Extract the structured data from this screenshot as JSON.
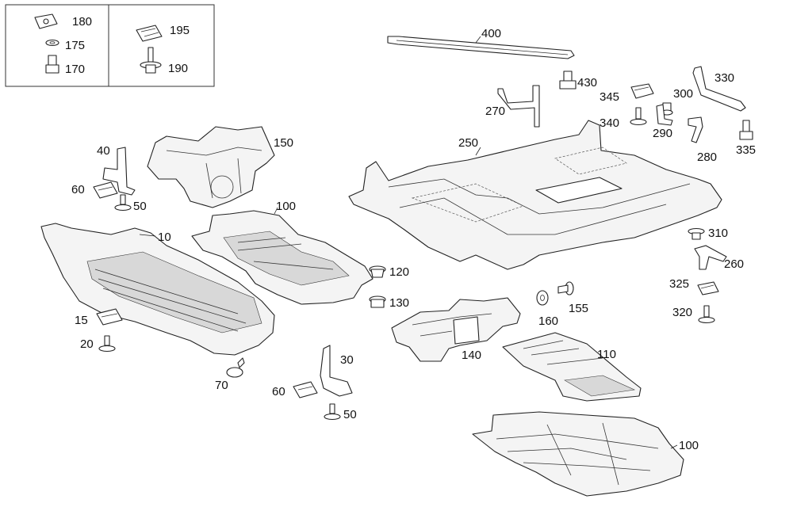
{
  "callouts": {
    "c180": "180",
    "c175": "175",
    "c170": "170",
    "c195": "195",
    "c190": "190",
    "c400": "400",
    "c430": "430",
    "c330": "330",
    "c345": "345",
    "c300": "300",
    "c270": "270",
    "c340": "340",
    "c290": "290",
    "c280": "280",
    "c335": "335",
    "c250": "250",
    "c150": "150",
    "c40": "40",
    "c60a": "60",
    "c50a": "50",
    "c100a": "100",
    "c10": "10",
    "c120": "120",
    "c130": "130",
    "c15": "15",
    "c20": "20",
    "c70": "70",
    "c30": "30",
    "c60b": "60",
    "c50b": "50",
    "c140": "140",
    "c160": "160",
    "c155": "155",
    "c110": "110",
    "c310": "310",
    "c260": "260",
    "c325": "325",
    "c320": "320",
    "c100b": "100"
  }
}
